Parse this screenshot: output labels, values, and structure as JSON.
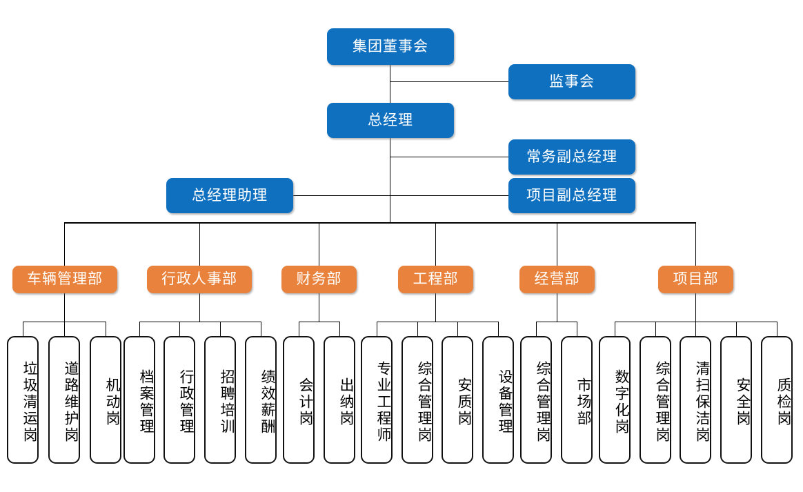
{
  "chart_type": "organization-chart",
  "colors": {
    "executive_blue": "#1070C0",
    "department_orange": "#E8823C",
    "leaf_border": "#111111",
    "leaf_background": "#FFFFFF",
    "connector": "#000000",
    "page_background": "#FFFFFF"
  },
  "executive": {
    "board": "集团董事会",
    "supervisory": "监事会",
    "general_manager": "总经理",
    "deputy_executive": "常务副总经理",
    "deputy_project": "项目副总经理",
    "assistant": "总经理助理"
  },
  "departments": [
    {
      "name": "车辆管理部",
      "positions": [
        "垃圾清运岗",
        "道路维护岗",
        "机动岗"
      ]
    },
    {
      "name": "行政人事部",
      "positions": [
        "档案管理",
        "行政管理",
        "招聘培训",
        "绩效薪酬"
      ]
    },
    {
      "name": "财务部",
      "positions": [
        "会计岗",
        "出纳岗"
      ]
    },
    {
      "name": "工程部",
      "positions": [
        "专业工程师",
        "综合管理岗",
        "安质岗",
        "设备管理"
      ]
    },
    {
      "name": "经营部",
      "positions": [
        "综合管理岗",
        "市场部"
      ]
    },
    {
      "name": "项目部",
      "positions": [
        "数字化岗",
        "综合管理岗",
        "清扫保洁岗",
        "安全岗",
        "质检岗"
      ]
    }
  ]
}
